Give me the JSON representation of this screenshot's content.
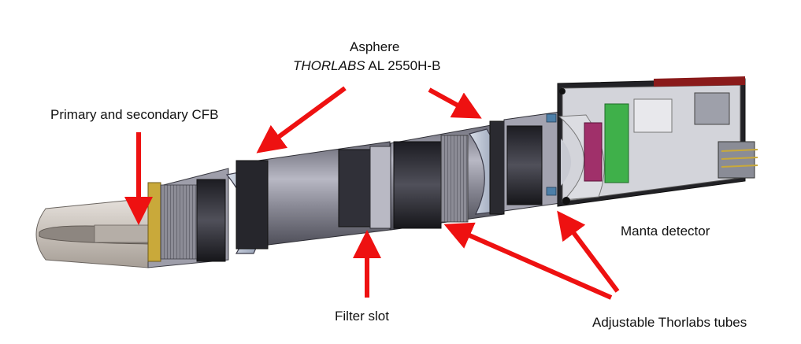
{
  "labels": {
    "asphere_title": "Asphere",
    "asphere_brand": "THORLABS",
    "asphere_model": " AL 2550H-B",
    "cfb": "Primary and secondary CFB",
    "filter_slot": "Filter slot",
    "manta_detector": "Manta detector",
    "adjustable_tubes": "Adjustable Thorlabs tubes"
  },
  "colors": {
    "arrow": "#ee1111",
    "tube_body": "#9a9aa8",
    "tube_dark": "#2a2a30",
    "brass": "#c9a93a",
    "lens": "#a8b2c4",
    "pcb_green": "#3fb04a",
    "connector_magenta": "#a0306a",
    "detector_body": "#cfd0d6"
  }
}
